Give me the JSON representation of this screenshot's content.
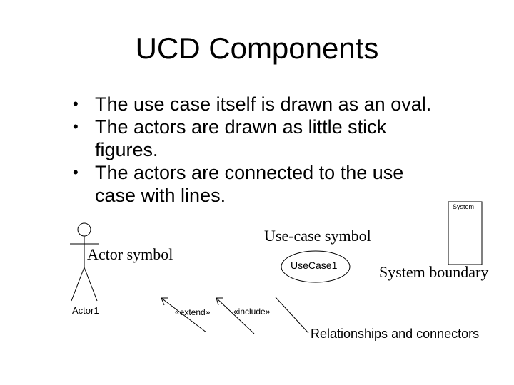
{
  "slide": {
    "title": "UCD Components",
    "bullets": [
      "The use case itself is drawn as an oval.",
      "The actors are drawn as little stick figures.",
      "The actors are connected to the use case with lines."
    ]
  },
  "diagram": {
    "actor_label": "Actor1",
    "actor_caption": "Actor symbol",
    "usecase_label": "UseCase1",
    "usecase_caption": "Use-case symbol",
    "system_label": "System",
    "system_caption": "System boundary",
    "extend_label": "«extend»",
    "include_label": "«include»",
    "relationships_caption": "Relationships and connectors"
  }
}
